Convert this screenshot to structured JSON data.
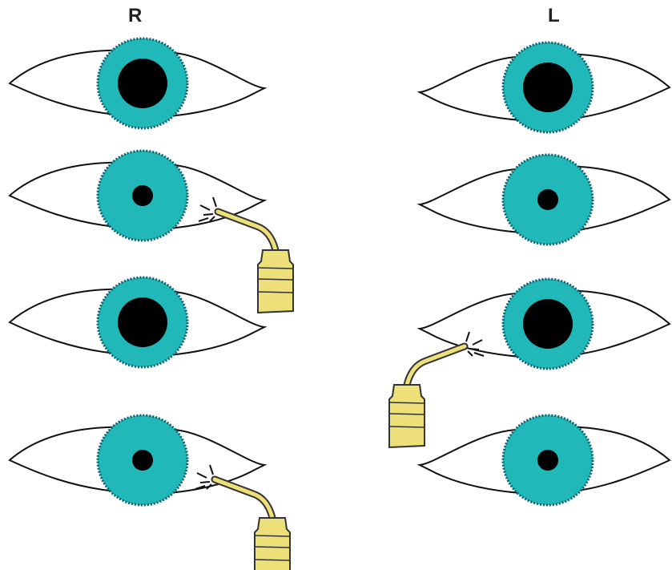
{
  "labels": {
    "right": "R",
    "left": "L"
  },
  "colors": {
    "iris": "#20b8b8",
    "iris_ring": "#0c5f6e",
    "pupil": "#000000",
    "outline": "#111111",
    "light_body": "#ede078",
    "light_outline": "#333333"
  },
  "rows": [
    {
      "right": {
        "pupil": "dilated"
      },
      "left": {
        "pupil": "dilated"
      }
    },
    {
      "right": {
        "pupil": "constricted",
        "light": true
      },
      "left": {
        "pupil": "constricted"
      }
    },
    {
      "right": {
        "pupil": "dilated"
      },
      "left": {
        "pupil": "dilated",
        "light": true
      }
    },
    {
      "right": {
        "pupil": "constricted",
        "light": true
      },
      "left": {
        "pupil": "constricted"
      }
    }
  ],
  "icons": {
    "penlight": "penlight-icon"
  }
}
